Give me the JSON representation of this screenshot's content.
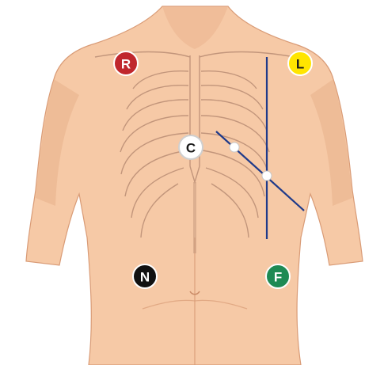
{
  "electrodes": [
    {
      "key": "R",
      "label": "R",
      "fill": "#c0272d",
      "text_color": "#ffffff",
      "stroke": "#ffffff"
    },
    {
      "key": "L",
      "label": "L",
      "fill": "#ffe500",
      "text_color": "#1a1a1a",
      "stroke": "#ffffff"
    },
    {
      "key": "C",
      "label": "C",
      "fill": "#ffffff",
      "text_color": "#1a1a1a",
      "stroke": "#cfcfcf"
    },
    {
      "key": "N",
      "label": "N",
      "fill": "#111111",
      "text_color": "#ffffff",
      "stroke": "#ffffff"
    },
    {
      "key": "F",
      "label": "F",
      "fill": "#1e8a54",
      "text_color": "#ffffff",
      "stroke": "#ffffff"
    }
  ],
  "colors": {
    "skin": "#f6c9a6",
    "skin_shadow": "#e8b08a",
    "bone": "#b98d74",
    "guide_line": "#1f3a8a",
    "marker_point": "#ffffff"
  },
  "icons": {
    "torso": "human-torso-anatomy",
    "ribcage": "ribcage-skeleton"
  }
}
